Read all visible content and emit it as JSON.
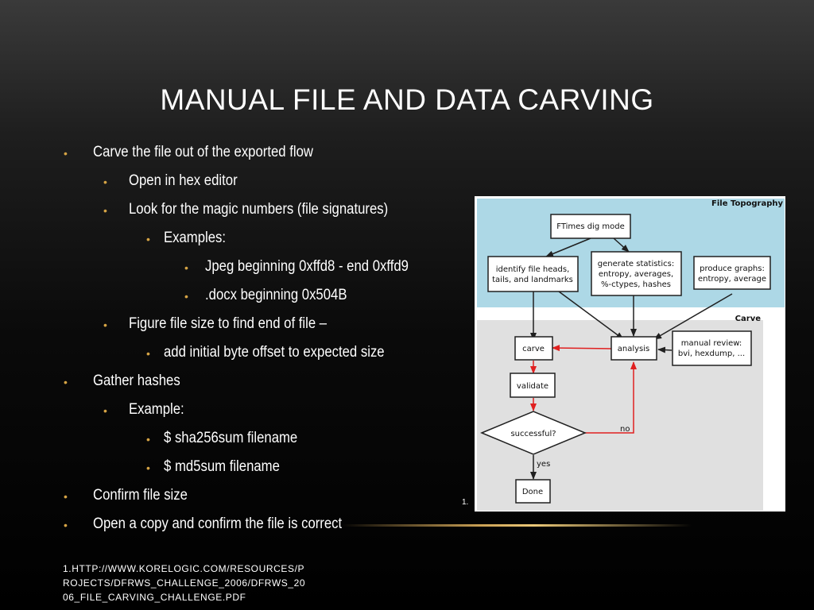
{
  "slide": {
    "title": "MANUAL FILE AND DATA CARVING",
    "bullets": [
      {
        "level": 1,
        "text": "Carve the file out of the exported flow"
      },
      {
        "level": 2,
        "text": "Open in hex editor"
      },
      {
        "level": 2,
        "text": "Look for the magic numbers (file signatures)"
      },
      {
        "level": 3,
        "text": "Examples:"
      },
      {
        "level": 4,
        "text": "Jpeg beginning 0xffd8 - end 0xffd9"
      },
      {
        "level": 4,
        "text": ".docx beginning 0x504B"
      },
      {
        "level": 2,
        "text": "Figure file size to find end of file –"
      },
      {
        "level": 3,
        "text": "add initial byte offset to expected size"
      },
      {
        "level": 1,
        "text": "Gather hashes"
      },
      {
        "level": 2,
        "text": "Example:"
      },
      {
        "level": 3,
        "text": "$ sha256sum filename"
      },
      {
        "level": 3,
        "text": "$ md5sum filename"
      },
      {
        "level": 1,
        "text": "Confirm file size"
      },
      {
        "level": 1,
        "text": "Open a copy and confirm the file is correct"
      }
    ],
    "footnote_marker": "1.",
    "source_note": "1.http://www.korelogic.com/Resources/Projects/dfrws_challenge_2006/DFRWS_2006_File_Carving_Challenge.pdf"
  },
  "diagram": {
    "section_top_label": "File Topography",
    "section_bottom_label": "Carve",
    "nodes": {
      "ftimes": "FTimes dig mode",
      "identify_1": "identify file heads,",
      "identify_2": "tails, and landmarks",
      "stats_1": "generate statistics:",
      "stats_2": "entropy, averages,",
      "stats_3": "%-ctypes, hashes",
      "graphs_1": "produce graphs:",
      "graphs_2": "entropy, average",
      "carve": "carve",
      "analysis": "analysis",
      "manual_1": "manual review:",
      "manual_2": "bvi, hexdump, ...",
      "validate": "validate",
      "successful": "successful?",
      "done": "Done"
    },
    "edge_labels": {
      "no": "no",
      "yes": "yes"
    },
    "colors": {
      "top_band": "#add8e6",
      "bottom_band": "#e0e0e0",
      "red_arrow": "#e02020",
      "black_arrow": "#202020"
    }
  }
}
